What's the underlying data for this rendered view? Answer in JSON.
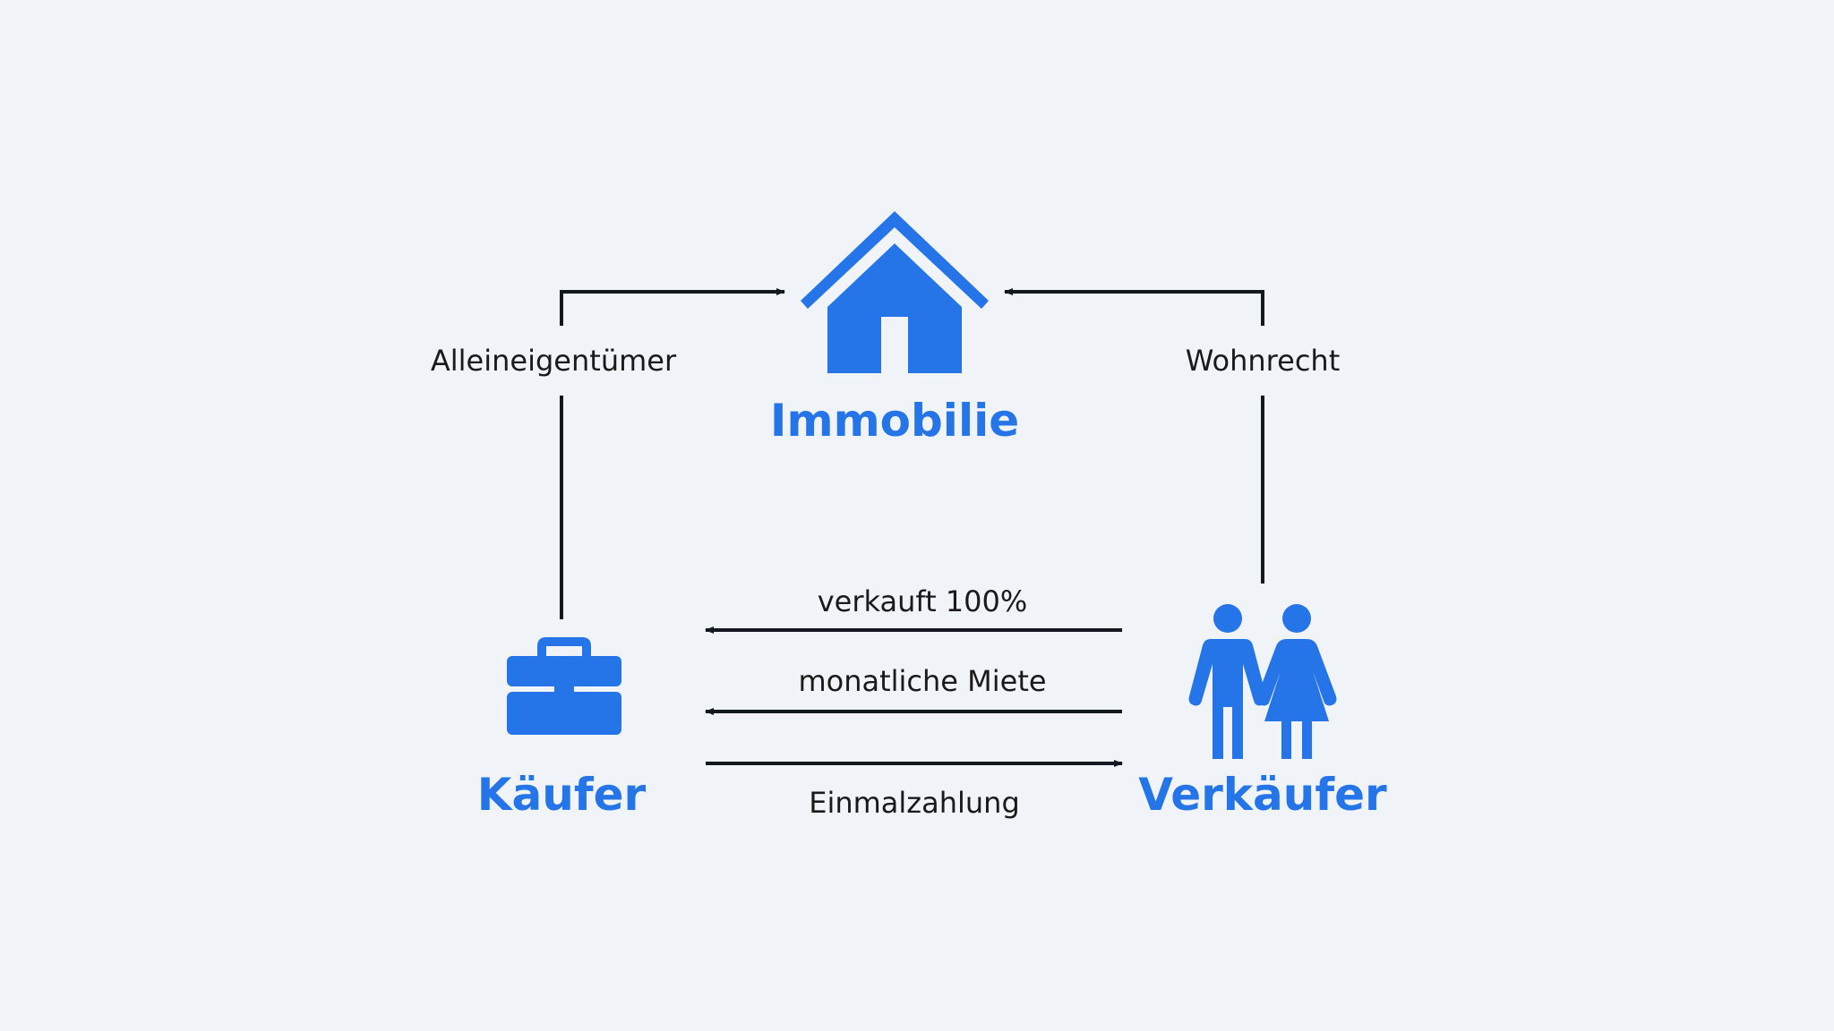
{
  "colors": {
    "background": "#f0f4f9",
    "accent": "#2575e8",
    "line": "#111820",
    "label": "#1a1a1a"
  },
  "nodes": {
    "property": {
      "title": "Immobilie",
      "icon": "house-icon"
    },
    "buyer": {
      "title": "Käufer",
      "icon": "briefcase-icon"
    },
    "seller": {
      "title": "Verkäufer",
      "icon": "couple-icon"
    }
  },
  "edges": {
    "buyer_property": "Alleineigentümer",
    "seller_property": "Wohnrecht",
    "sale": "verkauft 100%",
    "rent": "monatliche Miete",
    "payment": "Einmalzahlung"
  }
}
